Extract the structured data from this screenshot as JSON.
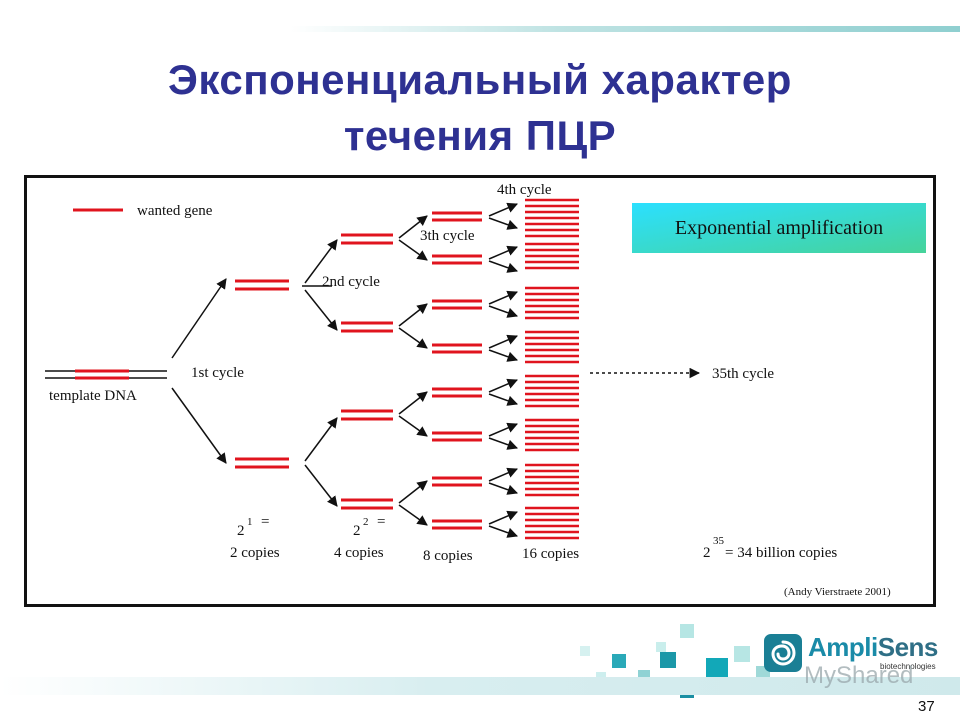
{
  "slide": {
    "title_line1": "Экспоненциальный характер",
    "title_line2": "течения ПЦР",
    "page_number": "37"
  },
  "figure": {
    "legend_label": "wanted gene",
    "exponential_label": "Exponential amplification",
    "template_label": "template DNA",
    "cycles": {
      "c1": "1st cycle",
      "c2": "2nd cycle",
      "c3": "3th cycle",
      "c4": "4th cycle",
      "c35": "35th cycle"
    },
    "copies": {
      "c1_formula": "2",
      "c1_exp": "1",
      "c1_eq": "=",
      "c1_text": "2 copies",
      "c2_formula": "2",
      "c2_exp": "2",
      "c2_eq": "=",
      "c2_text": "4 copies",
      "c3_text": "8 copies",
      "c4_text": "16 copies",
      "c35_formula": "2",
      "c35_exp": "35",
      "c35_text": "= 34 billion copies"
    },
    "credit": "(Andy Vierstraete 2001)",
    "colors": {
      "gene": "#e0141e",
      "box_bg_start": "#29e3ff",
      "box_bg_end": "#46d39a",
      "title": "#2e3192"
    }
  },
  "logo": {
    "name_part1": "Ampli",
    "name_part2": "Sens",
    "subtitle": "biotechnologies",
    "watermark": "MyShared"
  }
}
